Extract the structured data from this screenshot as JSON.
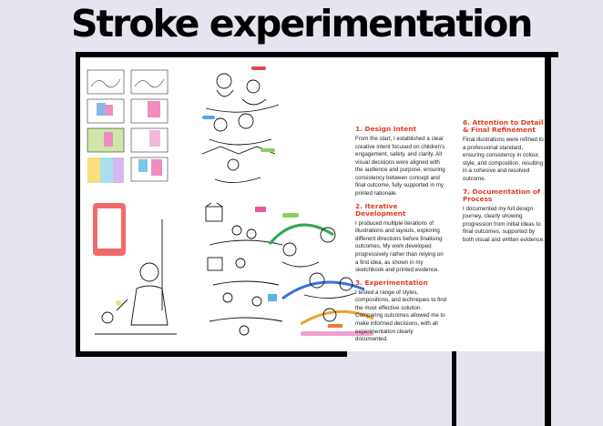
{
  "page": {
    "title": "Stroke experimentation"
  },
  "sections": [
    {
      "heading": "1. Design Intent",
      "body": "From the start, I established a clear creative intent focused on children's engagement, safety, and clarity. All visual decisions were aligned with the audience and purpose, ensuring consistency between concept and final outcome, fully supported in my printed rationale."
    },
    {
      "heading": "2. Iterative Development",
      "body": "I produced multiple iterations of illustrations and layouts, exploring different directions before finalising outcomes. My work developed progressively rather than relying on a first idea, as shown in my sketchbook and printed evidence."
    },
    {
      "heading": "3. Experimentation",
      "body": "I tested a range of styles, compositions, and techniques to find the most effective solution. Comparing outcomes allowed me to make informed decisions, with all experimentation clearly documented."
    },
    {
      "heading": "6. Attention to Detail & Final Refinement",
      "body": "Final illustrations were refined to a professional standard, ensuring consistency in colour, style, and composition, resulting in a cohesive and resolved outcome."
    },
    {
      "heading": "7. Documentation of Process",
      "body": "I documented my full design journey, clearly showing progression from initial ideas to final outcomes, supported by both visual and written evidence."
    }
  ],
  "colors": {
    "heading_accent": "#e03b22",
    "background": "#e6e4ee",
    "frame": "#000000"
  }
}
